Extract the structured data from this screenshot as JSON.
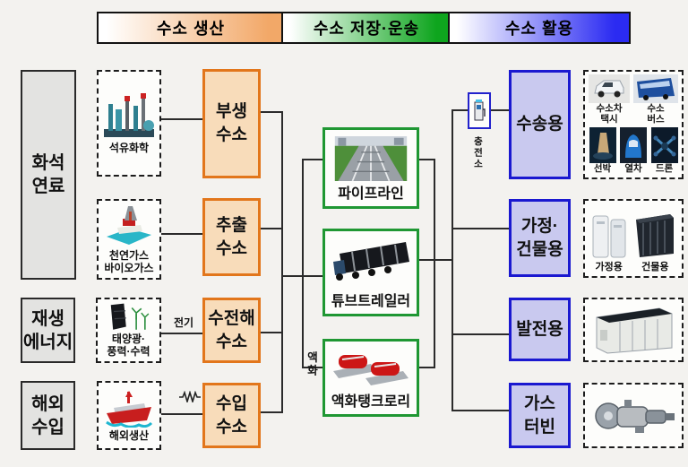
{
  "headers": {
    "production": "수소 생산",
    "storage": "수소 저장·운송",
    "utilization": "수소 활용"
  },
  "energy_sources": {
    "fossil_fuel": "화석\n연료",
    "renewable": "재생\n에너지",
    "overseas_import": "해외\n수입",
    "petrochemical": "석유화학",
    "natural_biogas": "천연가스\n바이오가스",
    "solar_wind_hydro": "태양광·\n풍력·수력",
    "overseas_production": "해외생산"
  },
  "production_types": {
    "byproduct": "부생\n수소",
    "extraction": "추출\n수소",
    "electrolysis": "수전해\n수소",
    "imported": "수입\n수소"
  },
  "transport_modes": {
    "pipeline": "파이프라인",
    "tube_trailer": "튜브트레일러",
    "tank_lorry": "액화탱크로리"
  },
  "usage_types": {
    "transportation": "수송용",
    "home_building": "가정·\n건물용",
    "power_generation": "발전용",
    "gas_turbine": "가스\n터빈"
  },
  "flow_labels": {
    "electricity": "전기",
    "liquefaction": "액화",
    "charging_station": "충전소"
  },
  "vehicles": {
    "hydrogen_car_taxi": "수소차\n택시",
    "hydrogen_bus": "수소\n버스",
    "ship": "선박",
    "train": "열차",
    "drone": "드론"
  },
  "fuel_cells": {
    "home": "가정용",
    "building": "건물용"
  },
  "colors": {
    "production_accent": "#f2a868",
    "storage_accent": "#0ea51e",
    "utilization_accent": "#2b2bf2",
    "production_box_fill": "#f8dcba",
    "production_box_border": "#e2761b",
    "transport_box_border": "#1f9733",
    "usage_box_fill": "#c9c9ef",
    "usage_box_border": "#1a18d0",
    "category_box_fill": "#e3e3e1"
  }
}
